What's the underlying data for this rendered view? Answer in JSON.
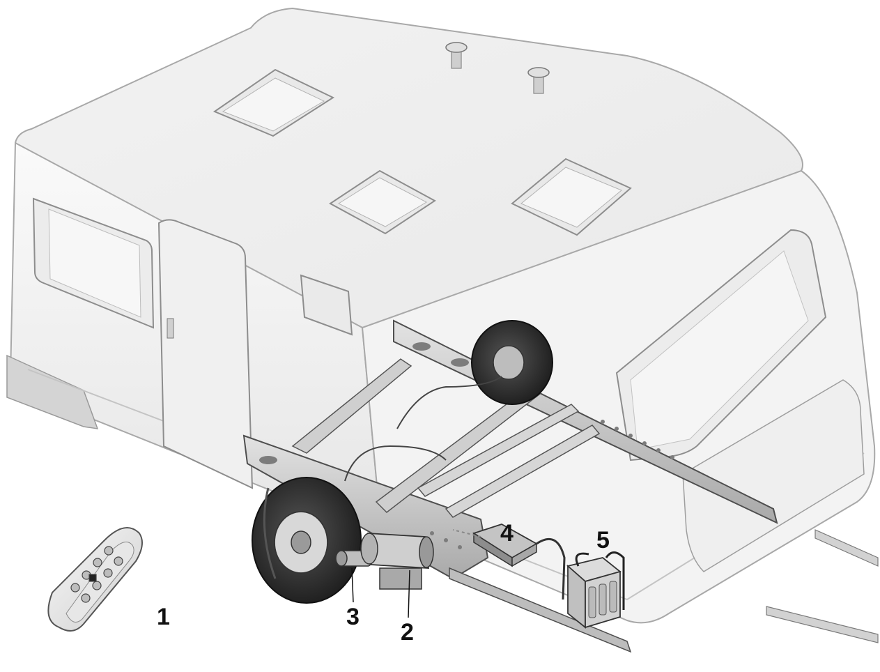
{
  "diagram": {
    "callouts": [
      {
        "id": "1",
        "label": "1"
      },
      {
        "id": "2",
        "label": "2"
      },
      {
        "id": "3",
        "label": "3"
      },
      {
        "id": "4",
        "label": "4"
      },
      {
        "id": "5",
        "label": "5"
      }
    ],
    "colors": {
      "body_fill": "#f4f4f4",
      "body_stroke": "#9a9a9a",
      "frame_fill": "#c8c8c8",
      "frame_stroke": "#5a5a5a",
      "tyre": "#2a2a2a",
      "callout_text": "#111111"
    }
  }
}
